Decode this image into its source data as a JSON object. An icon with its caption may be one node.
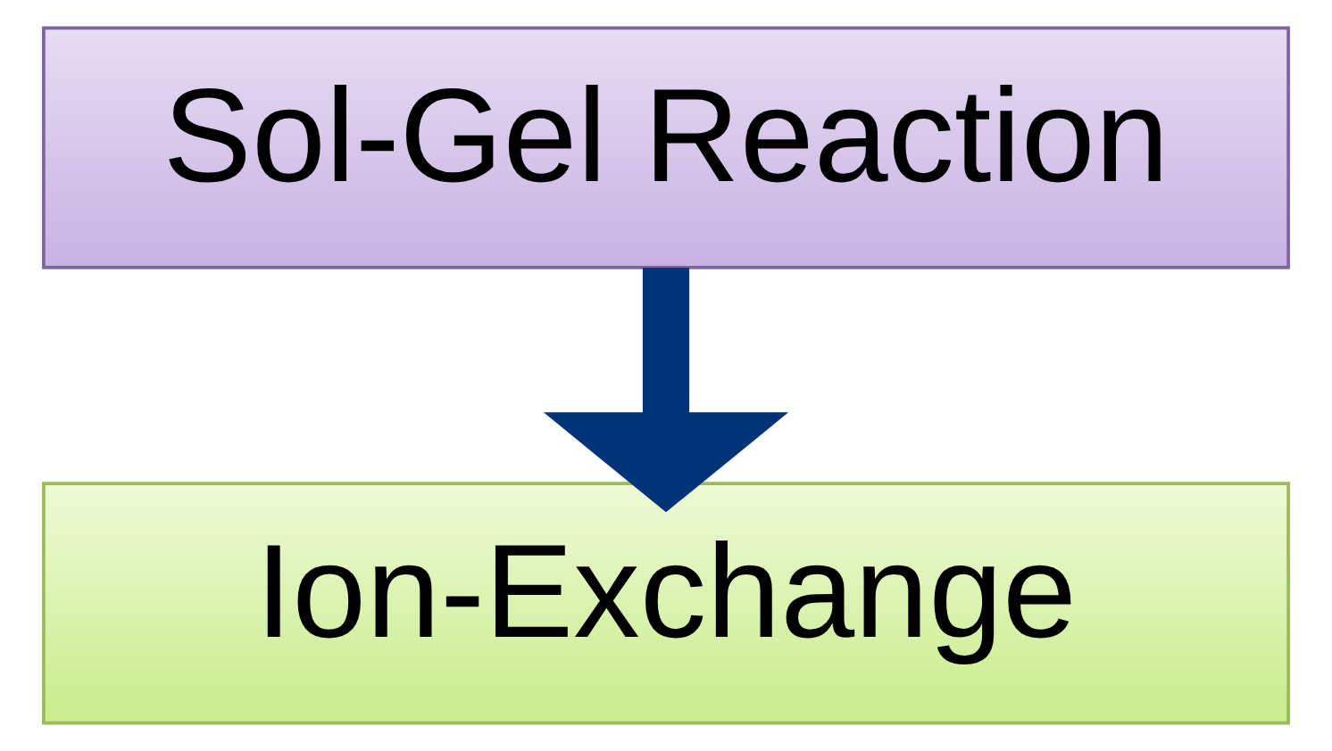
{
  "diagram": {
    "nodes": [
      {
        "text": [
          "Sol-Gel Reaction"
        ]
      },
      {
        "text": [
          "Ion-Exchange"
        ]
      }
    ],
    "edges": [
      {
        "from": 0,
        "to": 1,
        "arrow": "to",
        "color": "#003378"
      }
    ]
  }
}
